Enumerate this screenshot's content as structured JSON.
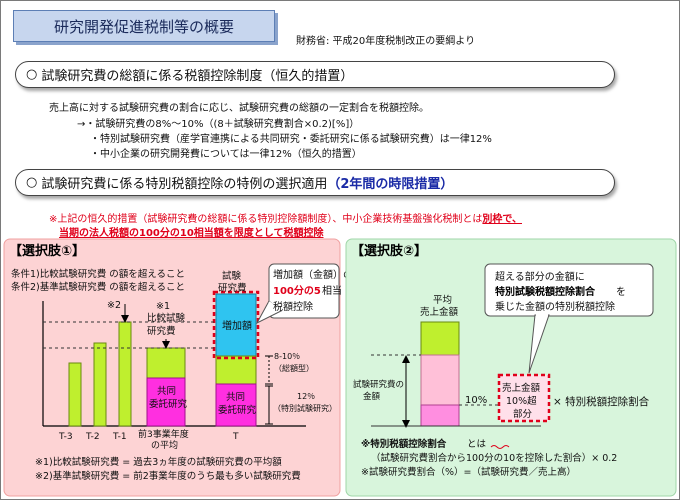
{
  "title": "研究開発促進税制等の概要",
  "source": "財務省: 平成20年度税制改正の要綱より",
  "section1": {
    "mark": "○",
    "heading": "試験研究費の総額に係る税額控除制度（恒久的措置）",
    "lines": [
      "売上高に対する試験研究費の割合に応じ、試験研究費の総額の一定割合を税額控除。",
      "→・試験研究費の8%～10%（(8＋試験研究費割合×0.2)[%]）",
      "・特別試験研究費（産学官連携による共同研究・委託研究に係る試験研究費）は一律12%",
      "・中小企業の研究開発費については一律12%（恒久的措置）"
    ]
  },
  "section2": {
    "mark": "○",
    "heading": "試験研究費に係る特別税額控除の特例の選択適用",
    "heading_tail": "（2年間の時限措置）"
  },
  "note": {
    "line1_plain": "※上記の恒久的措置（試験研究費の総額に係る特別控除額制度）、中小企業技術基盤強化税制とは",
    "line1_bold": "別枠で、",
    "line2": "当期の法人税額の100分の10相当額を限度として税額控除"
  },
  "option1": {
    "label": "【選択肢①】",
    "cond1": "条件1)比較試験研究費 の額を超えること",
    "cond2": "条件2)基準試験研究費 の額を超えること",
    "mark2": "※2",
    "mark1": "※1",
    "compare_label_1": "比較試験",
    "compare_label_2": "研究費",
    "shiken_1": "試験",
    "shiken_2": "研究費",
    "callout_1": "増加額（金額）の",
    "callout_2_red": "100分の5",
    "callout_2_tail": "相当",
    "callout_3": "税額控除",
    "increase_label": "増加額",
    "pct810_1": "8-10％",
    "pct810_2": "（総額型）",
    "pct12_1": "12％",
    "pct12_2": "（特別試験研究）",
    "joint_1": "共同",
    "joint_2": "委託研究",
    "ticks": [
      "T-3",
      "T-2",
      "T-1",
      "前3事業年度",
      "の平均",
      "T"
    ],
    "footnote1": "※1)比較試験研究費 = 過去3ヵ年度の試験研究費の平均額",
    "footnote2": "※2)基準試験研究費 = 前2事業年度のうち最も多い試験研究費",
    "colors": {
      "green": "#bfef2e",
      "magenta": "#ff2fe0",
      "cyan": "#2fc4f0",
      "bg": "#fdd3d4"
    }
  },
  "option2": {
    "label": "【選択肢②】",
    "callout_1": "超える部分の金額に",
    "callout_2": "特別試験税額控除割合",
    "callout_2_tail": "を",
    "callout_3": "乗じた金額の特別税額控除",
    "avg_1": "平均",
    "avg_2": "売上金額",
    "yaxis_1": "試験研究費の",
    "yaxis_2": "金額",
    "pct10": "10%",
    "excess_1": "売上金額",
    "excess_2": "10%超",
    "excess_3": "部分",
    "times_label": "× 特別税額控除割合",
    "formula_head": "※特別税額控除割合",
    "formula_tail": "とは",
    "formula_line2": "（試験研究費割合から100分の10を控除した割合）× 0.2",
    "formula_line3": "※試験研究費割合（%）=（試験研究費／売上高）",
    "colors": {
      "green": "#bfef2e",
      "pink": "#ffc0d8",
      "magenta": "#ff8ee0",
      "bg": "#d8f5dc"
    }
  }
}
